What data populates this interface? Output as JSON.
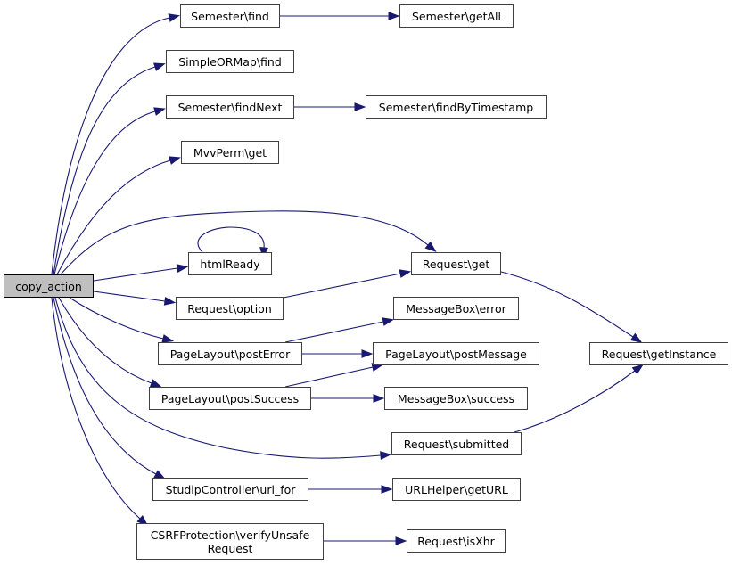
{
  "diagram": {
    "type": "call-graph",
    "root": "copy_action",
    "colors": {
      "edge": "#191970",
      "root_fill": "#bfbfbf",
      "node_fill": "#ffffff",
      "node_border": "#404040"
    },
    "nodes": [
      {
        "id": "copy_action",
        "label": "copy_action"
      },
      {
        "id": "semester_find",
        "label": "Semester\\find"
      },
      {
        "id": "semester_getall",
        "label": "Semester\\getAll"
      },
      {
        "id": "simpleormap_find",
        "label": "SimpleORMap\\find"
      },
      {
        "id": "semester_findnext",
        "label": "Semester\\findNext"
      },
      {
        "id": "semester_findbytimestamp",
        "label": "Semester\\findByTimestamp"
      },
      {
        "id": "mvvperm_get",
        "label": "MvvPerm\\get"
      },
      {
        "id": "htmlready",
        "label": "htmlReady"
      },
      {
        "id": "request_get",
        "label": "Request\\get"
      },
      {
        "id": "request_option",
        "label": "Request\\option"
      },
      {
        "id": "messagebox_error",
        "label": "MessageBox\\error"
      },
      {
        "id": "pagelayout_posterror",
        "label": "PageLayout\\postError"
      },
      {
        "id": "pagelayout_postmessage",
        "label": "PageLayout\\postMessage"
      },
      {
        "id": "request_getinstance",
        "label": "Request\\getInstance"
      },
      {
        "id": "pagelayout_postsuccess",
        "label": "PageLayout\\postSuccess"
      },
      {
        "id": "messagebox_success",
        "label": "MessageBox\\success"
      },
      {
        "id": "request_submitted",
        "label": "Request\\submitted"
      },
      {
        "id": "studipcontroller_url_for",
        "label": "StudipController\\url_for"
      },
      {
        "id": "urlhelper_geturl",
        "label": "URLHelper\\getURL"
      },
      {
        "id": "csrfprotection_verifyunsaferequest",
        "label": "CSRFProtection\\verifyUnsafe\nRequest"
      },
      {
        "id": "request_isxhr",
        "label": "Request\\isXhr"
      }
    ],
    "edges": [
      {
        "from": "copy_action",
        "to": "semester_find"
      },
      {
        "from": "copy_action",
        "to": "simpleormap_find"
      },
      {
        "from": "copy_action",
        "to": "semester_findnext"
      },
      {
        "from": "copy_action",
        "to": "mvvperm_get"
      },
      {
        "from": "copy_action",
        "to": "request_get"
      },
      {
        "from": "copy_action",
        "to": "htmlready"
      },
      {
        "from": "copy_action",
        "to": "request_option"
      },
      {
        "from": "copy_action",
        "to": "pagelayout_posterror"
      },
      {
        "from": "copy_action",
        "to": "pagelayout_postsuccess"
      },
      {
        "from": "copy_action",
        "to": "request_submitted"
      },
      {
        "from": "copy_action",
        "to": "studipcontroller_url_for"
      },
      {
        "from": "copy_action",
        "to": "csrfprotection_verifyunsaferequest"
      },
      {
        "from": "semester_find",
        "to": "semester_getall"
      },
      {
        "from": "semester_findnext",
        "to": "semester_findbytimestamp"
      },
      {
        "from": "htmlready",
        "to": "htmlready"
      },
      {
        "from": "request_option",
        "to": "request_get"
      },
      {
        "from": "request_get",
        "to": "request_getinstance"
      },
      {
        "from": "pagelayout_posterror",
        "to": "messagebox_error"
      },
      {
        "from": "pagelayout_posterror",
        "to": "pagelayout_postmessage"
      },
      {
        "from": "pagelayout_postsuccess",
        "to": "pagelayout_postmessage"
      },
      {
        "from": "pagelayout_postsuccess",
        "to": "messagebox_success"
      },
      {
        "from": "request_submitted",
        "to": "request_getinstance"
      },
      {
        "from": "studipcontroller_url_for",
        "to": "urlhelper_geturl"
      },
      {
        "from": "csrfprotection_verifyunsaferequest",
        "to": "request_isxhr"
      }
    ]
  }
}
